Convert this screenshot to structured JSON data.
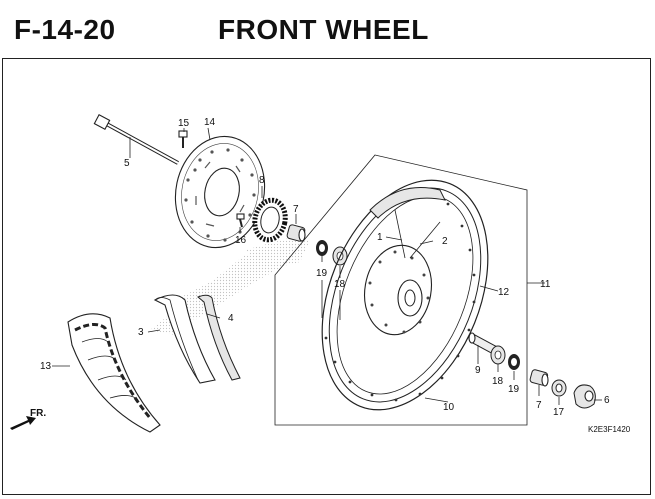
{
  "header": {
    "code": "F-14-20",
    "title": "FRONT WHEEL"
  },
  "labels": {
    "p1": "1",
    "p2": "2",
    "p3": "3",
    "p4": "4",
    "p5": "5",
    "p6": "6",
    "p7a": "7",
    "p7b": "7",
    "p8": "8",
    "p9": "9",
    "p10": "10",
    "p11": "11",
    "p12": "12",
    "p13": "13",
    "p14": "14",
    "p15": "15",
    "p16": "16",
    "p17": "17",
    "p18a": "18",
    "p18b": "18",
    "p19a": "19",
    "p19b": "19"
  },
  "footer": {
    "ref": "K2E3F1420",
    "fr": "FR."
  },
  "colors": {
    "line": "#222222",
    "watermark": "#c8c8c8"
  }
}
